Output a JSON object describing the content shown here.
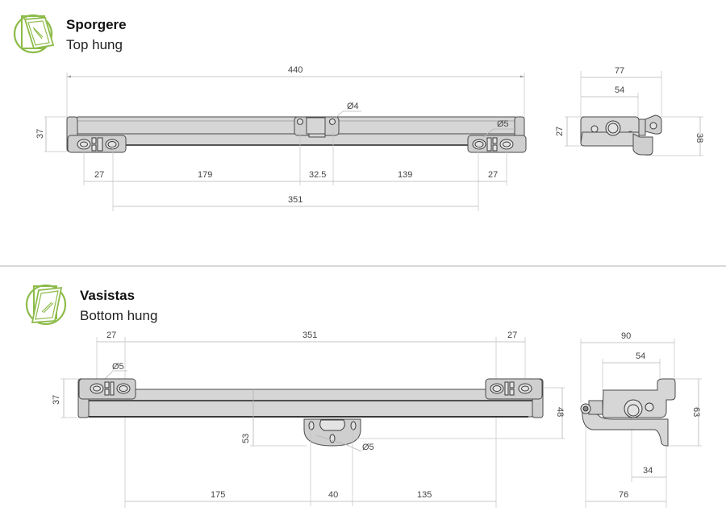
{
  "sections": [
    {
      "title": "Sporgere",
      "subtitle": "Top hung",
      "icon": "window-top-hung-icon",
      "front_view": {
        "overall_length": "440",
        "height": "37",
        "hole_label_center": "Ø4",
        "hole_label_right": "Ø5",
        "bottom_dims": [
          "27",
          "179",
          "32.5",
          "139",
          "27"
        ],
        "span": "351"
      },
      "side_view": {
        "width_total": "77",
        "width_inner": "54",
        "height_left": "27",
        "height_right": "38"
      }
    },
    {
      "title": "Vasistas",
      "subtitle": "Bottom hung",
      "icon": "window-bottom-hung-icon",
      "front_view": {
        "top_dims": [
          "27",
          "351",
          "27"
        ],
        "hole_label_left": "Ø5",
        "height": "37",
        "height_right": "48",
        "drop": "53",
        "hole_label_bracket": "Ø5",
        "bottom_dims": [
          "175",
          "40",
          "135"
        ]
      },
      "side_view": {
        "width_total": "90",
        "width_inner": "54",
        "height_right": "63",
        "offset_bottom": "34",
        "width_bottom": "76"
      }
    }
  ],
  "colors": {
    "accent_green": "#8dbb4a",
    "divider": "#d9d9d9",
    "part_fill": "#d6d6d6",
    "dimension_line": "#b4b4b4"
  }
}
